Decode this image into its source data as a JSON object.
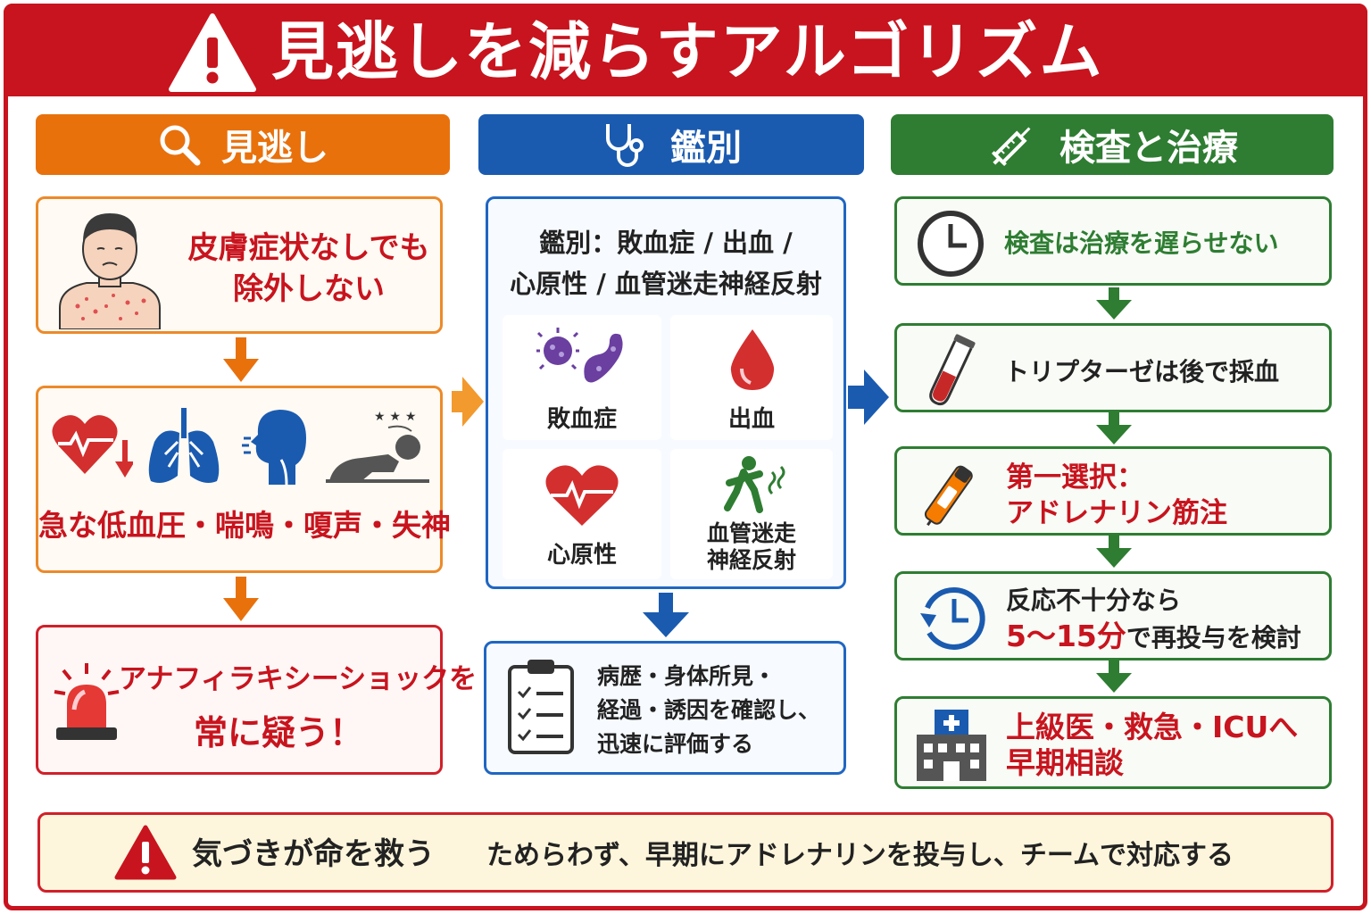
{
  "header": {
    "title": "見逃しを減らすアルゴリズム",
    "icon": "warning-icon"
  },
  "columns": {
    "miss": {
      "heading": "見逃し",
      "icon": "search-icon",
      "skin_line1": "皮膚症状なしでも",
      "skin_line2": "除外しない",
      "symptoms": "急な低血圧・喘鳴・嗄声・失神",
      "alert_line1": "アナフィラキシーショックを",
      "alert_line2": "常に疑う！"
    },
    "diff": {
      "heading": "鑑別",
      "icon": "stethoscope-icon",
      "summary_line1": "鑑別：敗血症 / 出血 /",
      "summary_line2": "心原性 / 血管迷走神経反射",
      "items": {
        "sepsis": "敗血症",
        "bleeding": "出血",
        "cardiogenic": "心原性",
        "vasovagal_line1": "血管迷走",
        "vasovagal_line2": "神経反射"
      },
      "check_line1": "病歴・身体所見・",
      "check_line2": "経過・誘因を確認し、",
      "check_line3": "迅速に評価する"
    },
    "treat": {
      "heading": "検査と治療",
      "icon": "syringe-icon",
      "step1": "検査は治療を遅らせない",
      "step2": "トリプターゼは後で採血",
      "step3_line1": "第一選択：",
      "step3_line2": "アドレナリン筋注",
      "step4_line1": "反応不十分なら",
      "step4_line2_hl": "5～15分",
      "step4_line2_rest": "で再投与を検討",
      "step5_line1": "上級医・救急・ICUへ",
      "step5_line2": "早期相談"
    }
  },
  "footer": {
    "lead": "気づきが命を救う",
    "text": "ためらわず、早期にアドレナリンを投与し、チームで対応する"
  },
  "colors": {
    "red": "#c8141e",
    "orange": "#e8710c",
    "blue": "#1a5bb0",
    "green": "#2e7d32"
  }
}
